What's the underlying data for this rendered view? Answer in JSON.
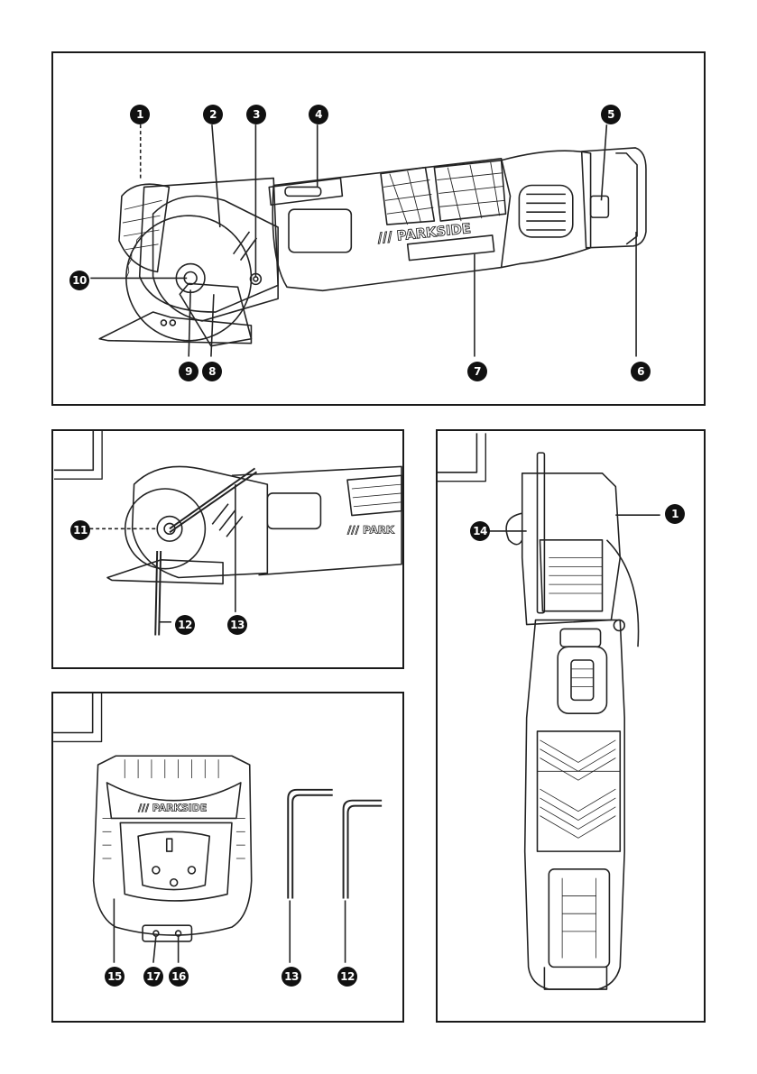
{
  "brand": "PARKSIDE",
  "slash_mark": "///",
  "panel_a": {
    "callouts": [
      "1",
      "2",
      "3",
      "4",
      "5",
      "10",
      "9",
      "8",
      "7",
      "6"
    ]
  },
  "panel_b": {
    "label": "",
    "callouts": [
      "11",
      "12",
      "13"
    ]
  },
  "panel_c": {
    "label": "",
    "callouts": [
      "14",
      "1"
    ]
  },
  "panel_d": {
    "label": "",
    "callouts": [
      "15",
      "17",
      "16",
      "13",
      "12"
    ]
  },
  "colors": {
    "ink": "#111111",
    "panel_border": "#1a1a1a",
    "background": "#ffffff"
  }
}
